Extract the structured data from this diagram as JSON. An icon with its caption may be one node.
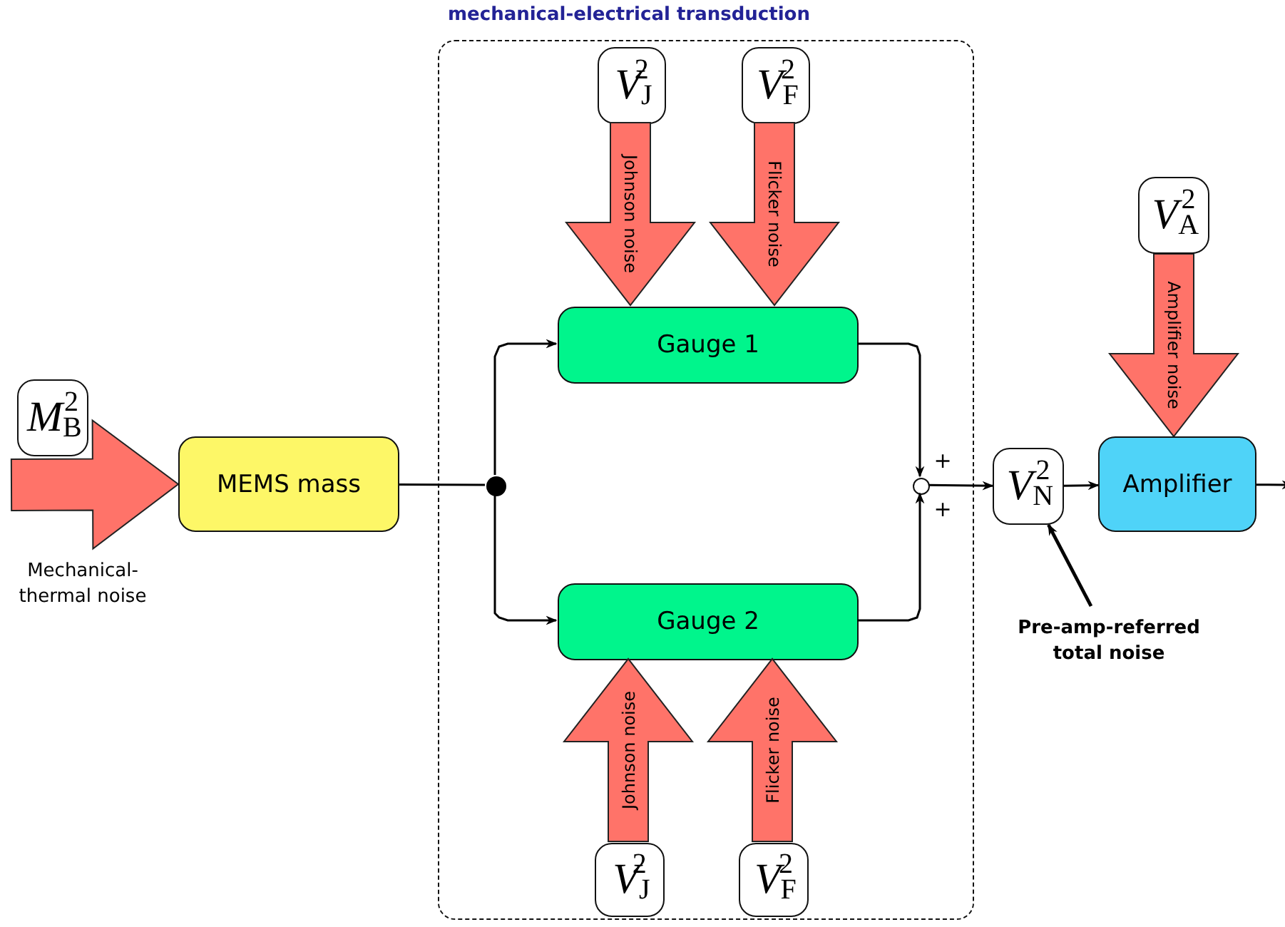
{
  "diagram": {
    "nodes": [
      {
        "text": [
          "mechanical-electrical transduction"
        ]
      },
      {
        "text": [
          "*M*$_{B}$$^{2}$"
        ]
      },
      {
        "text": [
          "MEMS mass"
        ]
      },
      {
        "text": [],
        "shape": "circle",
        "in": 0
      },
      {
        "text": [
          "*V*$_{J}$$^{2}$"
        ],
        "in": 0
      },
      {
        "text": [
          "*V*$_{F}$$^{2}$"
        ],
        "in": 0
      },
      {
        "text": [
          "Gauge 1"
        ],
        "in": 0
      },
      {
        "text": [
          "Gauge 2"
        ],
        "in": 0
      },
      {
        "text": [
          "*V*$_{J}$$^{2}$"
        ],
        "in": 0
      },
      {
        "text": [
          "*V*$_{F}$$^{2}$"
        ],
        "in": 0
      },
      {
        "text": [],
        "shape": "circle",
        "in": 0
      },
      {
        "text": [
          "*V*$_{A}$$^{2}$"
        ]
      },
      {
        "text": [
          "*V*$_{N}$$^{2}$"
        ]
      },
      {
        "text": [
          "Amplifier"
        ]
      },
      {
        "text": [
          "Pre-amp-referred total noise"
        ]
      }
    ],
    "edges": [
      {
        "from": 1,
        "to": 2,
        "arrow": "to",
        "style": "thick",
        "color": "#ff7369"
      },
      {
        "from": 2,
        "to": 3,
        "arrow": "none"
      },
      {
        "from": 3,
        "to": 6,
        "arrow": "to"
      },
      {
        "from": 3,
        "to": 7,
        "arrow": "to"
      },
      {
        "from": 6,
        "to": 10,
        "arrow": "to"
      },
      {
        "from": 7,
        "to": 10,
        "arrow": "to"
      },
      {
        "from": 10,
        "to": 12,
        "arrow": "to"
      },
      {
        "from": 12,
        "to": 13,
        "arrow": "to"
      },
      {
        "from": 13,
        "to": null,
        "arrow": "to"
      },
      {
        "from": 4,
        "to": 6,
        "arrow": "to",
        "label": "Johnson noise",
        "style": "thick",
        "color": "#ff7369"
      },
      {
        "from": 5,
        "to": 6,
        "arrow": "to",
        "label": "Flicker noise",
        "style": "thick",
        "color": "#ff7369"
      },
      {
        "from": 8,
        "to": 7,
        "arrow": "to",
        "label": "Johnson noise",
        "style": "thick",
        "color": "#ff7369"
      },
      {
        "from": 9,
        "to": 7,
        "arrow": "to",
        "label": "Flicker noise",
        "style": "thick",
        "color": "#ff7369"
      },
      {
        "from": 11,
        "to": 13,
        "arrow": "to",
        "label": "Amplifier noise",
        "style": "thick",
        "color": "#ff7369"
      },
      {
        "from": 14,
        "to": 12,
        "arrow": "to"
      }
    ],
    "labels": [
      "+",
      "+",
      "Mechanical-thermal noise"
    ]
  }
}
